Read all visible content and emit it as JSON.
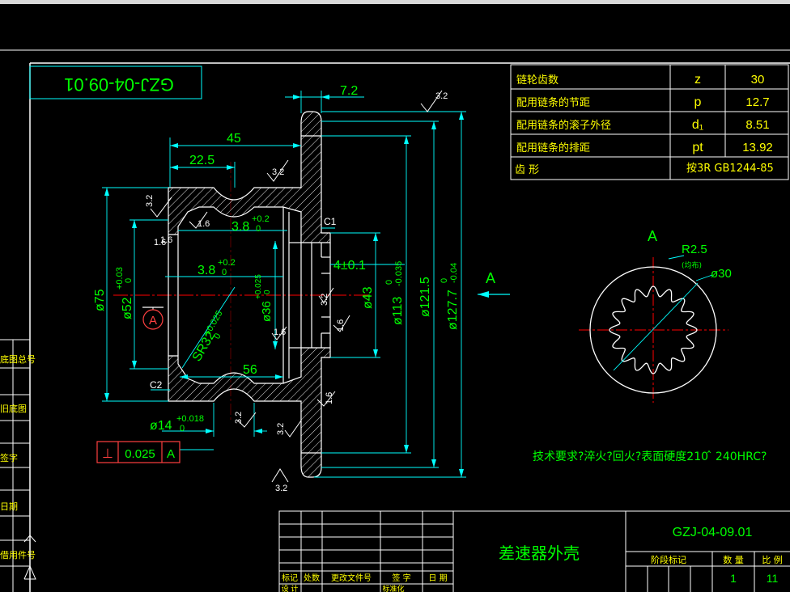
{
  "drawing": {
    "rotated_code": "GZJ-04-09.01",
    "tech_requirement": "技术要求?淬火?回火?表面硬度210 ̂ 240HRC?",
    "view_label": "A",
    "section_label": "A",
    "dimensions": {
      "d_7_2": "7.2",
      "d_45": "45",
      "d_22_5": "22.5",
      "d_56": "56",
      "d_75": "ø75",
      "d_52": "ø52",
      "d_52_tol": "+0.03",
      "d_52_tol_low": "0",
      "d_3_8_a": "3.8",
      "d_3_8_a_tol": "+0.2",
      "d_3_8_a_tol_low": "0",
      "d_3_8_b": "3.8",
      "d_3_8_b_tol": "+0.2",
      "d_3_8_b_tol_low": "0",
      "d_sr32": "SR32",
      "d_sr32_tol": "+0.025",
      "d_sr32_tol_low": "0",
      "d_36": "ø36",
      "d_36_tol": "+0.025",
      "d_36_tol_low": "0",
      "d_4": "4±0.1",
      "d_43": "ø43",
      "d_113": "ø113",
      "d_113_tol": "0",
      "d_113_tol_low": "-0.035",
      "d_121_5": "ø121.5",
      "d_127_7": "ø127.7",
      "d_127_7_tol": "0",
      "d_127_7_tol_low": "-0.04",
      "d_14": "ø14",
      "d_14_tol": "+0.018",
      "d_14_tol_low": "0",
      "d_r2_5": "R2.5",
      "d_r2_5_note": "(均布)",
      "d_30": "ø30",
      "chamfer_c1": "C1",
      "chamfer_c2": "C2"
    },
    "roughness": [
      "3.2",
      "3.2",
      "3.2",
      "1.6",
      "3.2",
      "1.6",
      "1.6",
      "1.6",
      "3.2",
      "3.2",
      "3.2",
      "1.6",
      "1.6"
    ],
    "tolerance_frame": {
      "symbol": "⊥",
      "value": "0.025",
      "datum": "A"
    }
  },
  "params_table": [
    {
      "label": "链轮齿数",
      "symbol": "z",
      "value": "30"
    },
    {
      "label": "配用链条的节距",
      "symbol": "p",
      "value": "12.7"
    },
    {
      "label": "配用链条的滚子外径",
      "symbol": "d₁",
      "value": "8.51"
    },
    {
      "label": "配用链条的排距",
      "symbol": "pt",
      "value": "13.92"
    }
  ],
  "params_tooth": {
    "label": "齿  形",
    "value": "按3R  GB1244-85"
  },
  "title_block": {
    "part_name": "差速器外壳",
    "drawing_no": "GZJ-04-09.01",
    "stage_label": "阶段标记",
    "weight_label": "数 量",
    "scale_label": "比 例",
    "quantity": "1",
    "scale": "11",
    "row_labels": [
      "标记",
      "处数",
      "更改文件号",
      "签 字",
      "日 期"
    ],
    "row2_labels": [
      "设 计",
      "标准化"
    ]
  },
  "side_labels": [
    "底图总号",
    "旧底图",
    "签字",
    "日期",
    "借用件号"
  ],
  "colors": {
    "background": "#000000",
    "outline": "#ffffff",
    "dimension": "#00ffff",
    "text": "#00ff00",
    "center": "#ff0000",
    "table_text": "#ffff00"
  }
}
